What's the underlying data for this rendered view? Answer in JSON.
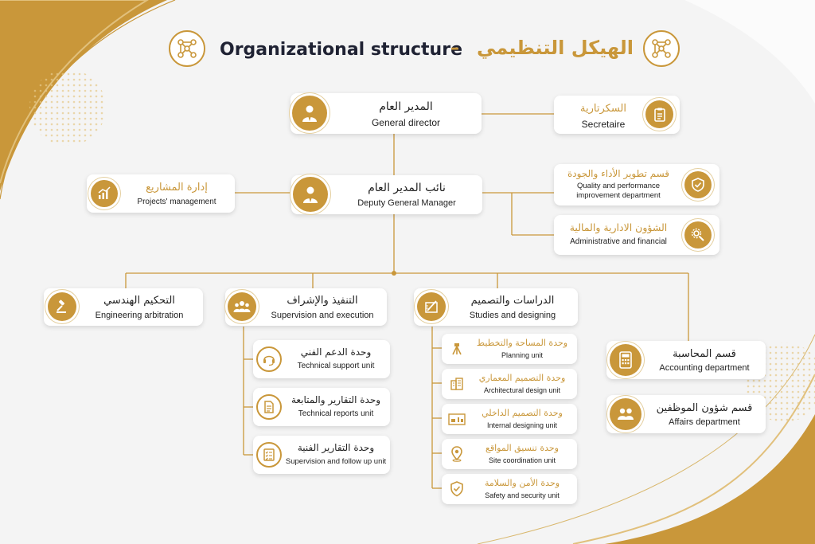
{
  "title": {
    "en": "Organizational structure",
    "dash": "–",
    "ar": "الهيكل التنظيمي"
  },
  "icons": {
    "logo": "network-icon"
  },
  "colors": {
    "accent": "#c9973a",
    "text": "#1f2233",
    "background": "#f4f4f4"
  },
  "general_director": {
    "ar": "المدير العام",
    "en": "General director",
    "icon": "user-tie-icon"
  },
  "secretaire": {
    "ar": "السكرتارية",
    "en": "Secretaire",
    "icon": "clipboard-icon"
  },
  "deputy": {
    "ar": "نائب المدير العام",
    "en": "Deputy General Manager",
    "icon": "user-tie-icon"
  },
  "projects": {
    "ar": "إدارة المشاريع",
    "en": "Projects' management",
    "icon": "growth-chart-icon"
  },
  "quality": {
    "ar": "قسم تطوير الأداء والجودة",
    "en1": "Quality and performance",
    "en2": "improvement department",
    "icon": "shield-check-icon"
  },
  "admin": {
    "ar": "الشؤون الادارية والمالية",
    "en": "Administrative and financial",
    "icon": "gear-search-icon"
  },
  "arbitration": {
    "ar": "التحكيم الهندسي",
    "en": "Engineering arbitration",
    "icon": "gavel-icon"
  },
  "supervision": {
    "ar": "التنفيذ والإشراف",
    "en": "Supervision and execution",
    "icon": "team-icon",
    "units": [
      {
        "ar": "وحدة الدعم الفني",
        "en": "Technical support unit",
        "icon": "headset-icon"
      },
      {
        "ar": "وحدة التقارير والمتابعة",
        "en": "Technical reports unit",
        "icon": "document-icon"
      },
      {
        "ar": "وحدة التقارير الفنية",
        "en": "Supervision and follow up unit",
        "icon": "checklist-icon"
      }
    ]
  },
  "studies": {
    "ar": "الدراسات والتصميم",
    "en": "Studies and designing",
    "icon": "design-ruler-icon",
    "units": [
      {
        "ar": "وحدة المساحة والتخطيط",
        "en": "Planning unit",
        "icon": "survey-tripod-icon"
      },
      {
        "ar": "وحدة التصميم المعماري",
        "en": "Architectural design unit",
        "icon": "buildings-icon"
      },
      {
        "ar": "وحدة التصميم الداخلي",
        "en": "Internal designing unit",
        "icon": "interior-icon"
      },
      {
        "ar": "وحدة تنسيق المواقع",
        "en": "Site coordination unit",
        "icon": "location-pin-icon"
      },
      {
        "ar": "وحدة الأمن والسلامة",
        "en": "Safety and security unit",
        "icon": "safety-shield-icon"
      }
    ]
  },
  "accounting": {
    "ar": "قسم المحاسبة",
    "en": "Accounting department",
    "icon": "calculator-icon"
  },
  "affairs": {
    "ar": "قسم شؤون الموظفين",
    "en": "Affairs department",
    "icon": "employees-icon"
  }
}
